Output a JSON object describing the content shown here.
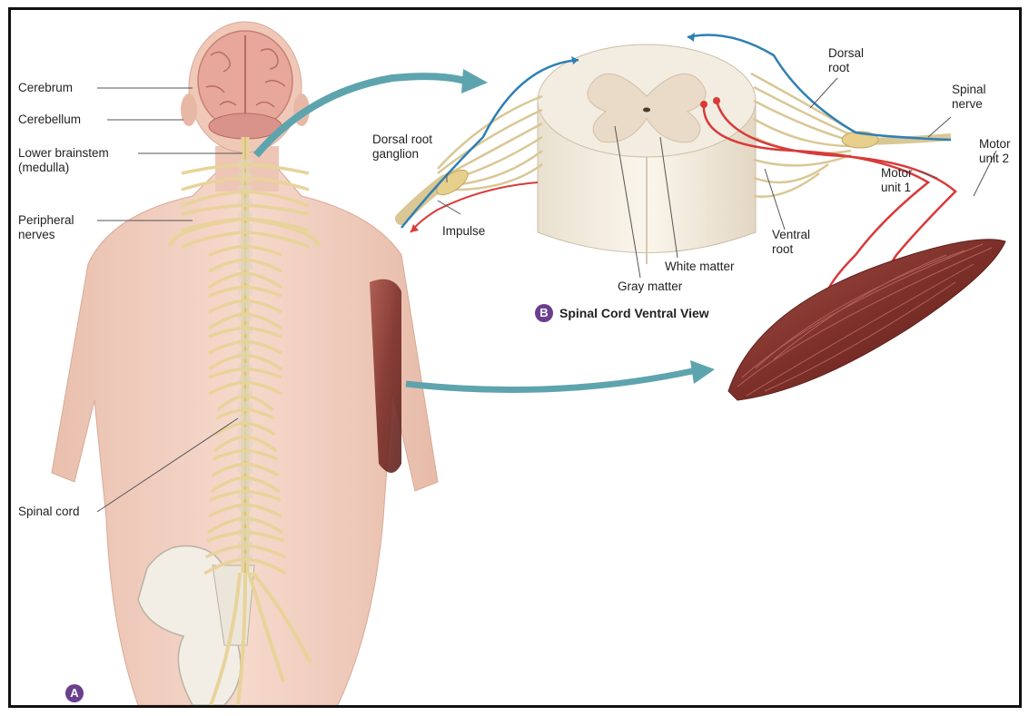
{
  "panel_a": {
    "badge": "A",
    "labels": {
      "cerebrum": "Cerebrum",
      "cerebellum": "Cerebellum",
      "brainstem_line1": "Lower brainstem",
      "brainstem_line2": "(medulla)",
      "peripheral_line1": "Peripheral",
      "peripheral_line2": "nerves",
      "spinal_cord": "Spinal cord"
    }
  },
  "panel_b": {
    "badge": "B",
    "title": "Spinal Cord Ventral View",
    "labels": {
      "dorsal_root_line1": "Dorsal",
      "dorsal_root_line2": "root",
      "spinal_nerve_line1": "Spinal",
      "spinal_nerve_line2": "nerve",
      "drg_line1": "Dorsal root",
      "drg_line2": "ganglion",
      "impulse": "Impulse",
      "white_matter": "White matter",
      "gray_matter": "Gray matter",
      "ventral_root_line1": "Ventral",
      "ventral_root_line2": "root",
      "motor_unit1_line1": "Motor",
      "motor_unit1_line2": "unit 1",
      "motor_unit2_line1": "Motor",
      "motor_unit2_line2": "unit 2"
    }
  },
  "colors": {
    "skin": "#efcbbd",
    "nerve": "#e8d39a",
    "brain": "#e7a79b",
    "muscle": "#8a3a32",
    "arrow_teal": "#5ea4ae",
    "sensory_blue": "#2f7fb4",
    "motor_red": "#d83a3a",
    "badge_purple": "#6b3f8f"
  }
}
